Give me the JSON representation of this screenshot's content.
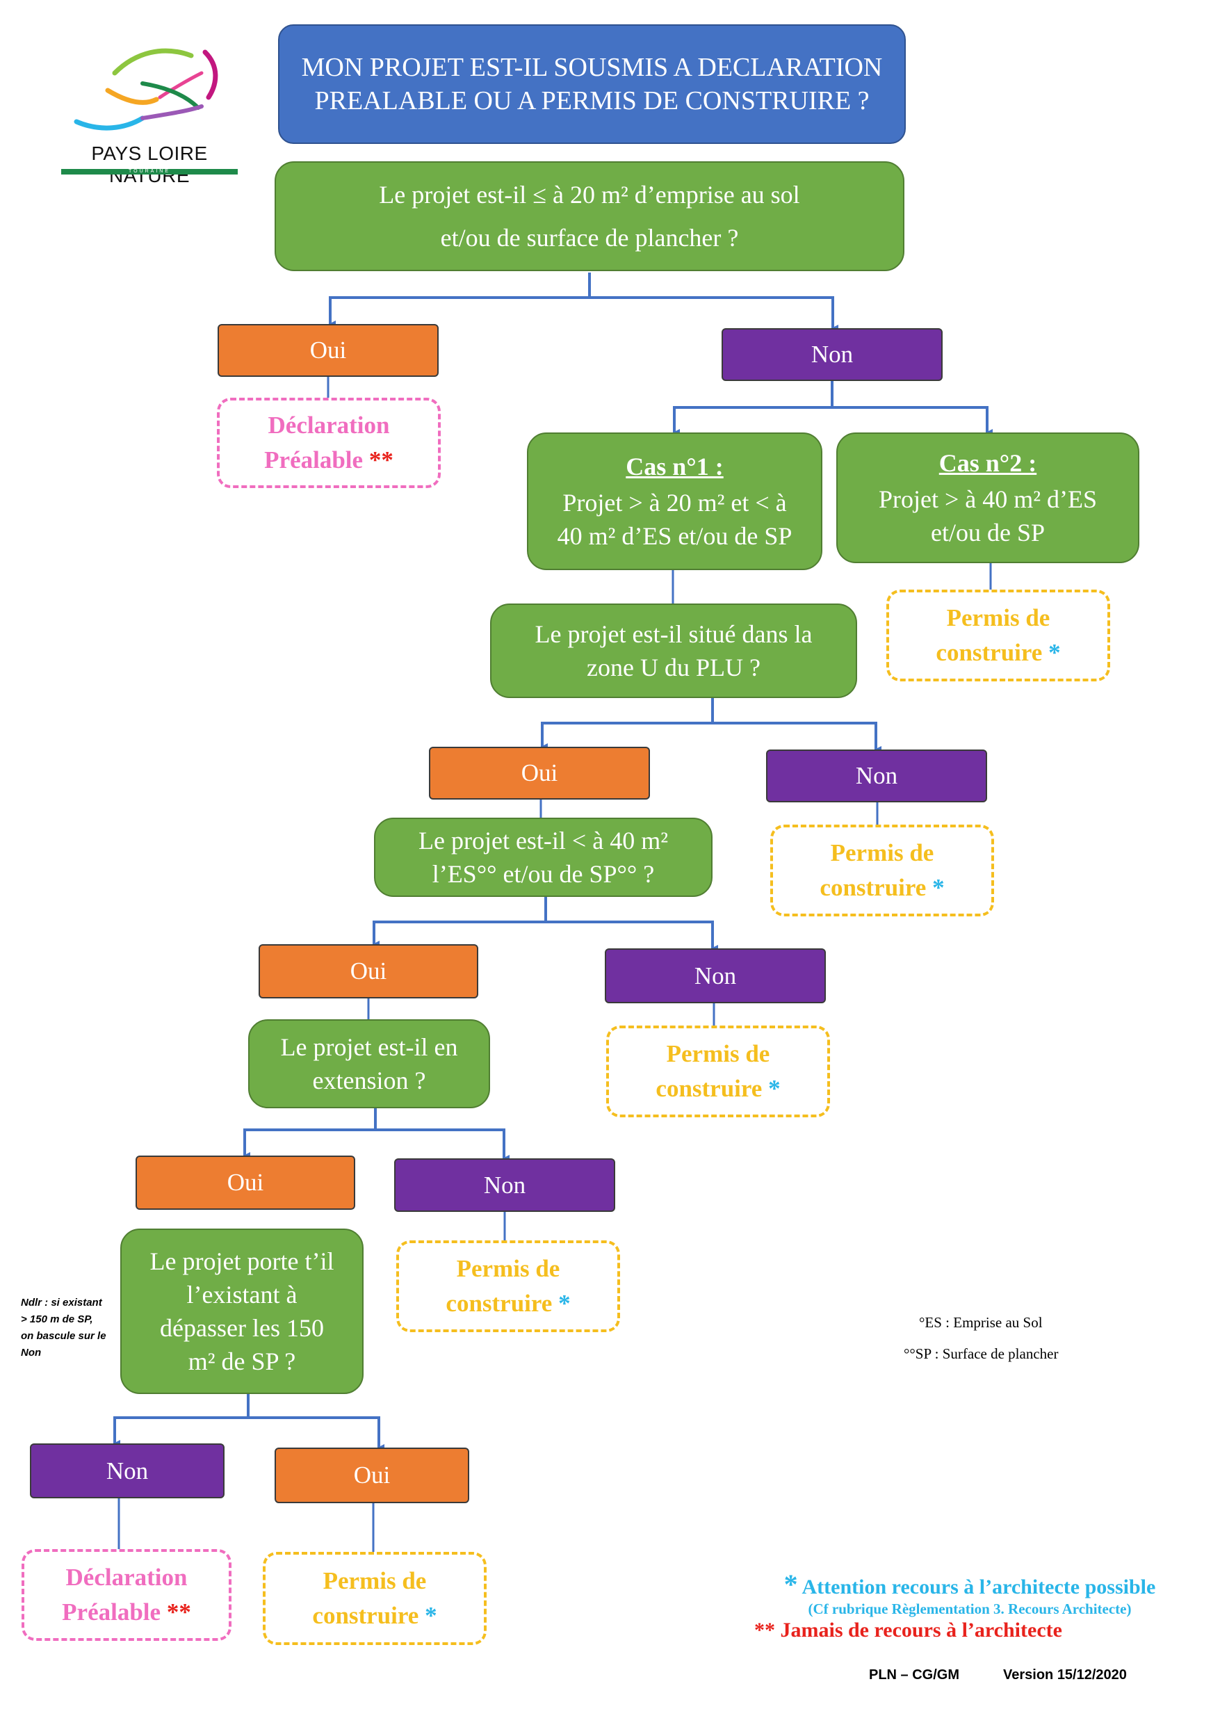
{
  "logo": {
    "name": "PAYS LOIRE NATURE",
    "sub": "TOURAINE"
  },
  "title": {
    "line1": "MON PROJET EST-IL SOUSMIS A DECLARATION",
    "line2": "PREALABLE OU A PERMIS DE CONSTRUIRE ?"
  },
  "q1": {
    "line1": "Le projet est-il ≤ à 20 m² d’emprise au sol",
    "line2": "et/ou de surface de plancher ?"
  },
  "labels": {
    "oui": "Oui",
    "non": "Non"
  },
  "outcomes": {
    "declaration_l1": "Déclaration",
    "declaration_l2": "Préalable",
    "permis_l1": "Permis de",
    "permis_l2": "construire",
    "star1": "*",
    "star2": "**"
  },
  "cas1": {
    "title": "Cas n°1 :",
    "line1": "Projet > à 20 m² et < à",
    "line2": "40 m² d’ES et/ou de SP"
  },
  "cas2": {
    "title": "Cas n°2 :",
    "line1": "Projet > à 40 m² d’ES",
    "line2": "et/ou de SP"
  },
  "q2": {
    "line1": "Le projet est-il situé dans la",
    "line2": "zone U du PLU ?"
  },
  "q3": {
    "line1": "Le projet est-il < à 40 m²",
    "line2": "l’ES°° et/ou de SP°° ?"
  },
  "q4": {
    "line1": "Le projet est-il en",
    "line2": "extension ?"
  },
  "q5": {
    "line1": "Le projet porte t’il",
    "line2": "l’existant à",
    "line3": "dépasser les 150",
    "line4": "m² de SP ?"
  },
  "note": {
    "line1": "Ndlr : si existant",
    "line2": "> 150 m de SP,",
    "line3": "on bascule sur le",
    "line4": "Non"
  },
  "abbr": {
    "es": "°ES : Emprise au Sol",
    "sp": "°°SP : Surface de plancher"
  },
  "legend": {
    "architect_possible": "Attention recours à l’architecte possible",
    "architect_sub": "(Cf rubrique Règlementation 3. Recours Architecte)",
    "architect_never": "Jamais de recours à l’architecte"
  },
  "footer": {
    "author": "PLN – CG/GM",
    "version": "Version 15/12/2020"
  },
  "colors": {
    "title": "#4472c4",
    "question": "#70ad47",
    "oui": "#ed7d31",
    "non": "#7030a0",
    "declaration": "#f06dbf",
    "permis": "#f5be1e",
    "connector": "#4472c4"
  }
}
